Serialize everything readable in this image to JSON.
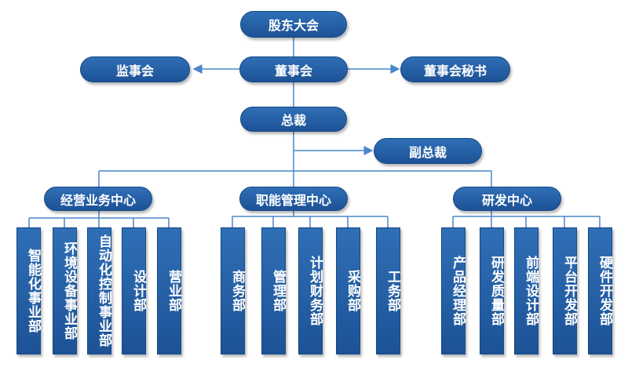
{
  "top": {
    "shareholders": "股东大会",
    "board": "董事会",
    "supervisors": "监事会",
    "secretary": "董事会秘书",
    "president": "总裁",
    "vice_president": "副总裁"
  },
  "centers": [
    {
      "name": "经营业务中心",
      "departments": [
        "智能化事业部",
        "环境设备事业部",
        "自动化控制事业部",
        "设计部",
        "营业部"
      ]
    },
    {
      "name": "职能管理中心",
      "departments": [
        "商务部",
        "管理部",
        "计划财务部",
        "采购部",
        "工务部"
      ]
    },
    {
      "name": "研发中心",
      "departments": [
        "产品经理部",
        "研发质量部",
        "前端设计部",
        "平台开发部",
        "硬件开发部"
      ]
    }
  ],
  "colors": {
    "node": "#1d5296",
    "line": "#4a86c8",
    "text": "#ffffff"
  }
}
